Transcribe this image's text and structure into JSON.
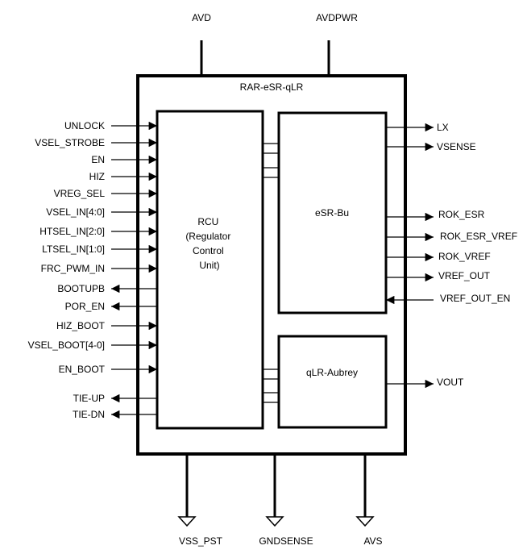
{
  "top_pins": [
    "AVD",
    "AVDPWR"
  ],
  "bottom_pins": [
    "VSS_PST",
    "GNDSENSE",
    "AVS"
  ],
  "outer_block": {
    "title": "RAR-eSR-qLR"
  },
  "rcu_block": {
    "lines": [
      "RCU",
      "(Regulator",
      "Control",
      "Unit)"
    ]
  },
  "esr_block": {
    "title": "eSR-Bu"
  },
  "qlr_block": {
    "title": "qLR-Aubrey"
  },
  "left_signals": [
    {
      "name": "UNLOCK",
      "direction": "in"
    },
    {
      "name": "VSEL_STROBE",
      "direction": "in"
    },
    {
      "name": "EN",
      "direction": "in"
    },
    {
      "name": "HIZ",
      "direction": "in"
    },
    {
      "name": "VREG_SEL",
      "direction": "in"
    },
    {
      "name": "VSEL_IN[4:0]",
      "direction": "in"
    },
    {
      "name": "HTSEL_IN[2:0]",
      "direction": "in"
    },
    {
      "name": "LTSEL_IN[1:0]",
      "direction": "in"
    },
    {
      "name": "FRC_PWM_IN",
      "direction": "in"
    },
    {
      "name": "BOOTUPB",
      "direction": "out"
    },
    {
      "name": "POR_EN",
      "direction": "out"
    },
    {
      "name": "HIZ_BOOT",
      "direction": "in"
    },
    {
      "name": "VSEL_BOOT[4-0]",
      "direction": "in"
    },
    {
      "name": "EN_BOOT",
      "direction": "in"
    },
    {
      "name": "TIE-UP",
      "direction": "out"
    },
    {
      "name": "TIE-DN",
      "direction": "out"
    }
  ],
  "right_signals": [
    {
      "name": "LX",
      "direction": "out"
    },
    {
      "name": "VSENSE",
      "direction": "out"
    },
    {
      "name": "ROK_ESR",
      "direction": "out"
    },
    {
      "name": "ROK_ESR_VREF",
      "direction": "out"
    },
    {
      "name": "ROK_VREF",
      "direction": "out"
    },
    {
      "name": "VREF_OUT",
      "direction": "out"
    },
    {
      "name": "VREF_OUT_EN",
      "direction": "in"
    },
    {
      "name": "VOUT",
      "direction": "out"
    }
  ],
  "colors": {
    "line": "#000000",
    "background": "#ffffff"
  }
}
